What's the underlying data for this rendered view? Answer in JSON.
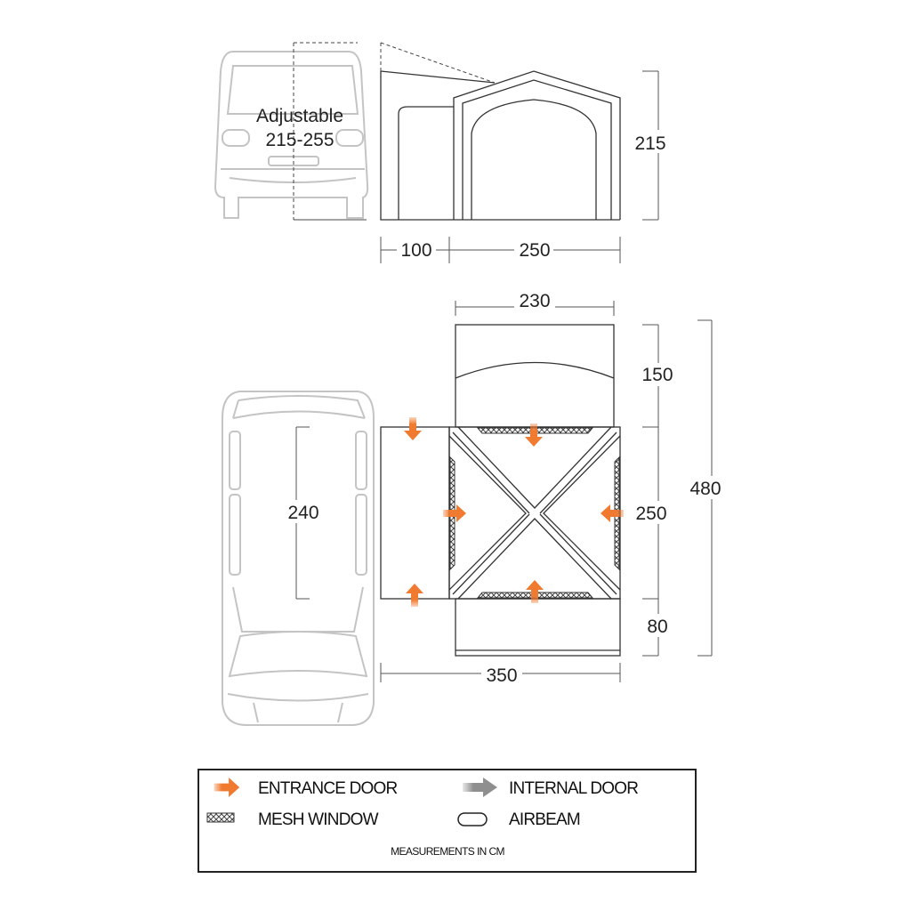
{
  "side_view": {
    "adjustable_label": "Adjustable",
    "adjustable_range": "215-255",
    "height": "215",
    "width_annex": "100",
    "width_main": "250"
  },
  "plan_view": {
    "top_width": "230",
    "front_depth": "150",
    "main_depth": "250",
    "rear_depth": "80",
    "total_depth": "480",
    "total_width": "350",
    "van_length": "240"
  },
  "legend": {
    "entrance_door": "ENTRANCE DOOR",
    "internal_door": "INTERNAL DOOR",
    "mesh_window": "MESH WINDOW",
    "airbeam": "AIRBEAM",
    "note": "MEASUREMENTS IN CM"
  },
  "colors": {
    "entrance": "#f07a30",
    "internal": "#8f8f8f"
  }
}
